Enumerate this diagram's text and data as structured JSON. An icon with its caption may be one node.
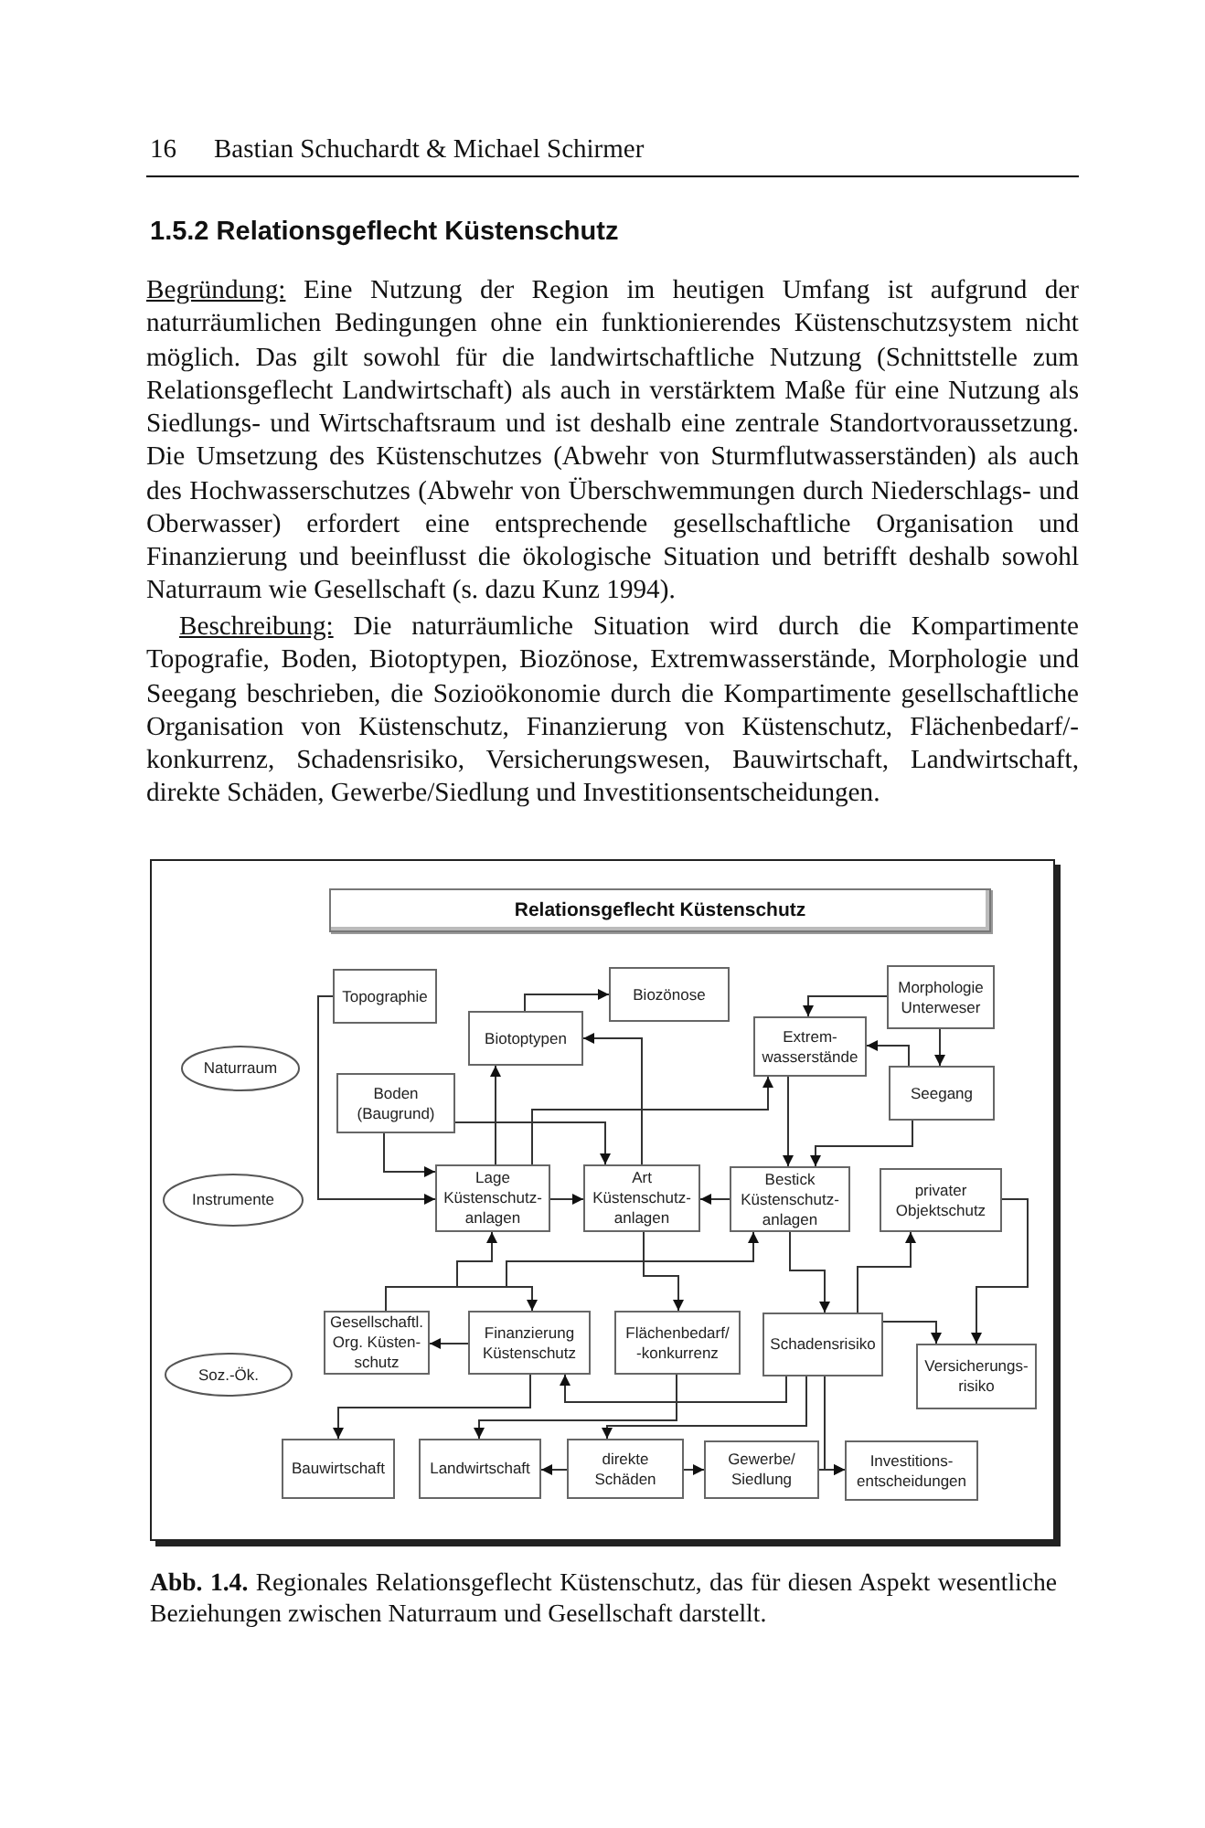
{
  "diagram": {
    "title": "1.5.2 Relationsgeflecht Küstenschutz",
    "caption": "**Abb. 1.4.** Regionales Relationsgeflecht Küstenschutz, das für diesen Aspekt wesentliche Beziehungen zwischen Naturraum und Gesellschaft darstellt.",
    "nodes": [
      {
        "text": [
          "Relationsgeflecht Küstenschutz"
        ]
      },
      {
        "text": [
          "Topographie"
        ]
      },
      {
        "text": [
          "Biozönose"
        ]
      },
      {
        "text": [
          "Morphologie Unterweser"
        ]
      },
      {
        "text": [
          "Biotoptypen"
        ]
      },
      {
        "text": [
          "Extrem- wasserstände"
        ]
      },
      {
        "text": [
          "Naturraum"
        ]
      },
      {
        "text": [
          "Seegang"
        ]
      },
      {
        "text": [
          "Boden (Baugrund)"
        ]
      },
      {
        "text": [
          "Lage Küstenschutz- anlagen"
        ]
      },
      {
        "text": [
          "Art Küstenschutz- anlagen"
        ]
      },
      {
        "text": [
          "Bestick Küstenschutz- anlagen"
        ]
      },
      {
        "text": [
          "privater Objektschutz"
        ]
      },
      {
        "text": [
          "Instrumente"
        ]
      },
      {
        "text": [
          "Gesellschaftl. Org. Küsten- schutz"
        ]
      },
      {
        "text": [
          "Finanzierung Küstenschutz"
        ]
      },
      {
        "text": [
          "Flächenbedarf/ -konkurrenz"
        ]
      },
      {
        "text": [
          "Schadensrisiko"
        ]
      },
      {
        "text": [
          "Versicherungs- risiko"
        ]
      },
      {
        "text": [
          "Soz.-Ök."
        ]
      },
      {
        "text": [
          "Bauwirtschaft"
        ]
      },
      {
        "text": [
          "Landwirtschaft"
        ]
      },
      {
        "text": [
          "direkte Schäden"
        ]
      },
      {
        "text": [
          "Gewerbe/ Siedlung"
        ]
      },
      {
        "text": [
          "Investitions- entscheidungen"
        ]
      }
    ],
    "edges": [
      {
        "from": 1,
        "to": 9,
        "arrow": "to"
      },
      {
        "from": 4,
        "to": 2,
        "arrow": "to"
      },
      {
        "from": 3,
        "to": 5,
        "arrow": "to"
      },
      {
        "from": 3,
        "to": 7,
        "arrow": "to"
      },
      {
        "from": 7,
        "to": 5,
        "arrow": "to"
      },
      {
        "from": 10,
        "to": 4,
        "arrow": "to"
      },
      {
        "from": 9,
        "to": 4,
        "arrow": "to"
      },
      {
        "from": 9,
        "to": 5,
        "arrow": "to"
      },
      {
        "from": 8,
        "to": 9,
        "arrow": "to"
      },
      {
        "from": 8,
        "to": 10,
        "arrow": "to"
      },
      {
        "from": 9,
        "to": 10,
        "arrow": "to"
      },
      {
        "from": 11,
        "to": 10,
        "arrow": "to"
      },
      {
        "from": 5,
        "to": 11,
        "arrow": "to"
      },
      {
        "from": 7,
        "to": 11,
        "arrow": "to"
      },
      {
        "from": 14,
        "to": 9,
        "arrow": "to"
      },
      {
        "from": 14,
        "to": 15,
        "arrow": "to"
      },
      {
        "from": 14,
        "to": 11,
        "arrow": "to"
      },
      {
        "from": 15,
        "to": 14,
        "arrow": "to"
      },
      {
        "from": 10,
        "to": 16,
        "arrow": "to"
      },
      {
        "from": 11,
        "to": 17,
        "arrow": "to"
      },
      {
        "from": 17,
        "to": 12,
        "arrow": "to"
      },
      {
        "from": 12,
        "to": 18,
        "arrow": "to"
      },
      {
        "from": 17,
        "to": 18,
        "arrow": "to"
      },
      {
        "from": 17,
        "to": 15,
        "arrow": "to"
      },
      {
        "from": 15,
        "to": 20,
        "arrow": "to"
      },
      {
        "from": 16,
        "to": 21,
        "arrow": "to"
      },
      {
        "from": 17,
        "to": 22,
        "arrow": "to"
      },
      {
        "from": 22,
        "to": 21,
        "arrow": "to"
      },
      {
        "from": 22,
        "to": 23,
        "arrow": "to"
      },
      {
        "from": 23,
        "to": 24,
        "arrow": "to"
      },
      {
        "from": 17,
        "to": 24,
        "arrow": "to"
      }
    ],
    "labels": [
      "16",
      "Bastian Schuchardt & Michael Schirmer",
      "Begründung: Eine Nutzung der Region im heutigen Umfang ist aufgrund der naturräumlichen Bedingungen ohne ein funktionierendes Küstenschutzsystem nicht möglich. Das gilt sowohl für die landwirtschaftliche Nutzung (Schnittstelle zum Relationsgeflecht Landwirtschaft) als auch in verstärktem Maße für eine Nutzung als Siedlungs- und Wirtschaftsraum und ist deshalb eine zentrale Standortvoraussetzung. Die Umsetzung des Küstenschutzes (Abwehr von Sturmflutwasserständen) als auch des Hochwasserschutzes (Abwehr von Überschwemmungen durch Niederschlags- und Oberwasser) erfordert eine entsprechende gesellschaftliche Organisation und Finanzierung und beeinflusst die ökologische Situation und betrifft deshalb sowohl Naturraum wie Gesellschaft (s. dazu Kunz 1994).",
      "Beschreibung: Die naturräumliche Situation wird durch die Kompartimente Topografie, Boden, Biotoptypen, Biozönose, Extremwasserstände, Morphologie und Seegang beschrieben, die Sozioökonomie durch die Kompartimente gesellschaftliche Organisation von Küstenschutz, Finanzierung von Küstenschutz, Flächenbedarf/-konkurrenz, Schadensrisiko, Versicherungswesen, Bauwirtschaft, Landwirtschaft, direkte Schäden, Gewerbe/Siedlung und Investitionsentscheidungen."
    ]
  }
}
